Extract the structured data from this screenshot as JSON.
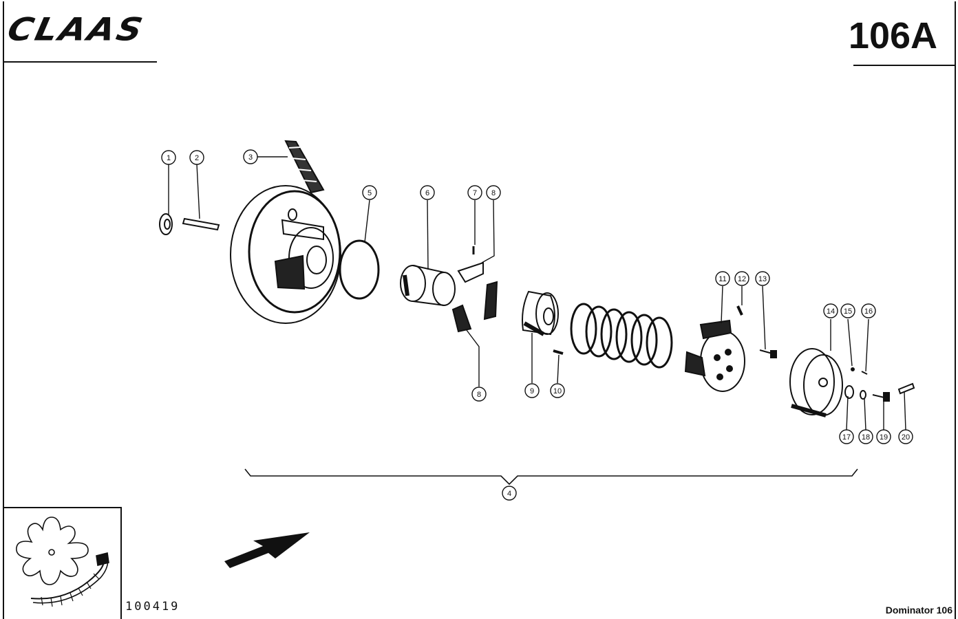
{
  "header": {
    "brand": "CLAAS",
    "sheet_number": "106A"
  },
  "footer": {
    "reference_number": "100419",
    "model": "Dominator 106"
  },
  "callouts": [
    "1",
    "2",
    "3",
    "4",
    "5",
    "6",
    "7",
    "8",
    "8",
    "9",
    "10",
    "11",
    "12",
    "13",
    "14",
    "15",
    "16",
    "17",
    "18",
    "19",
    "20"
  ]
}
